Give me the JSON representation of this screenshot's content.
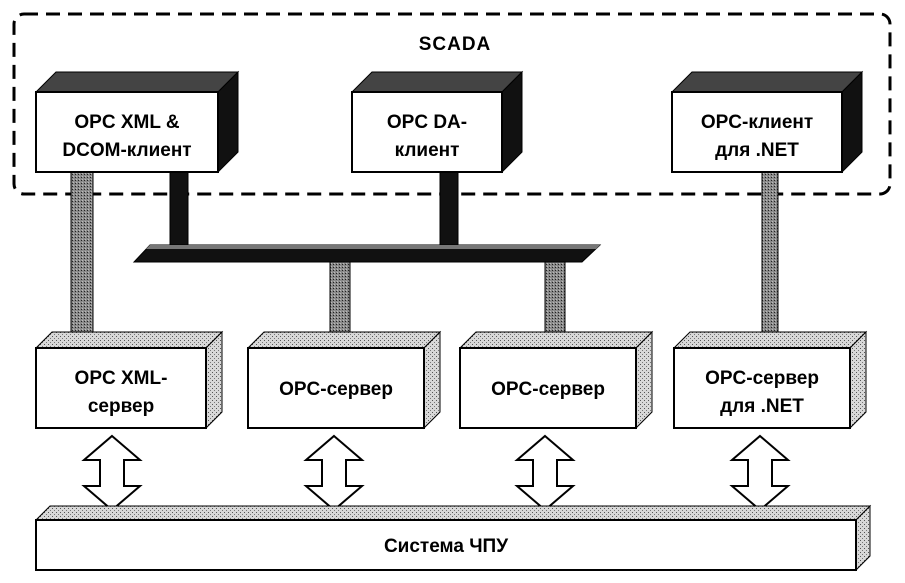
{
  "scada": {
    "label": "SCADA"
  },
  "clients": [
    {
      "id": "xml-dcom-client",
      "lines": [
        "OPC XML &",
        "DCOM-клиент"
      ]
    },
    {
      "id": "da-client",
      "lines": [
        "OPC DA-",
        "клиент"
      ]
    },
    {
      "id": "net-client",
      "lines": [
        "OPC-клиент",
        "для .NET"
      ]
    }
  ],
  "servers": [
    {
      "id": "xml-server",
      "lines": [
        "OPC XML-",
        "сервер"
      ]
    },
    {
      "id": "opc-server-1",
      "lines": [
        "OPC-сервер"
      ]
    },
    {
      "id": "opc-server-2",
      "lines": [
        "OPC-сервер"
      ]
    },
    {
      "id": "net-server",
      "lines": [
        "OPC-сервер",
        "для .NET"
      ]
    }
  ],
  "cnc": {
    "label": "Система ЧПУ"
  },
  "colors": {
    "line": "#000000",
    "box": "#ffffff",
    "shade_dark": "#111111",
    "shade_mid": "#9a9a9a",
    "shade_light": "#d4d4d4"
  }
}
